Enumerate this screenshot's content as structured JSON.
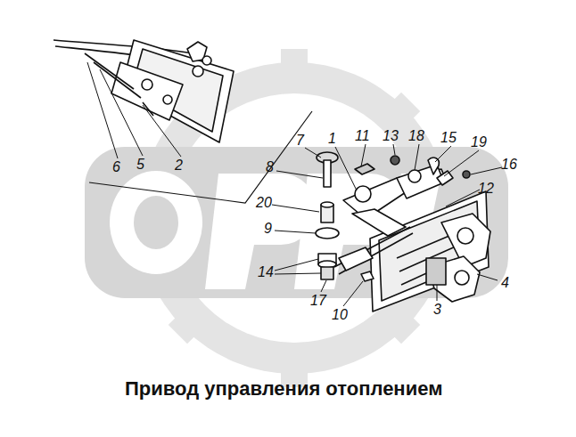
{
  "diagram": {
    "caption": "Привод управления отоплением",
    "labels": [
      "6",
      "5",
      "2",
      "7",
      "1",
      "11",
      "13",
      "18",
      "15",
      "19",
      "16",
      "12",
      "8",
      "20",
      "9",
      "14",
      "17",
      "10",
      "3",
      "4"
    ]
  }
}
